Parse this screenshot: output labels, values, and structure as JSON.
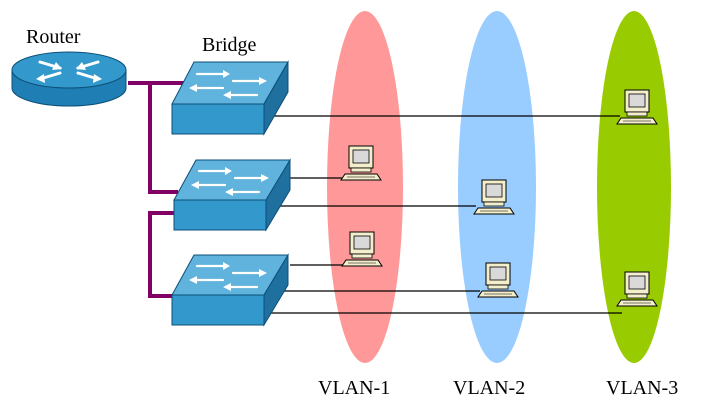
{
  "labels": {
    "router": "Router",
    "bridge": "Bridge",
    "vlan1": "VLAN-1",
    "vlan2": "VLAN-2",
    "vlan3": "VLAN-3"
  },
  "colors": {
    "vlan1": "#ff9999",
    "vlan2": "#99ccff",
    "vlan3": "#99cc00",
    "device": "#3399cc",
    "trunk": "#800066",
    "link": "#000000"
  },
  "icons": {
    "router": "router-icon",
    "switch": "switch-icon",
    "computer": "computer-icon"
  }
}
